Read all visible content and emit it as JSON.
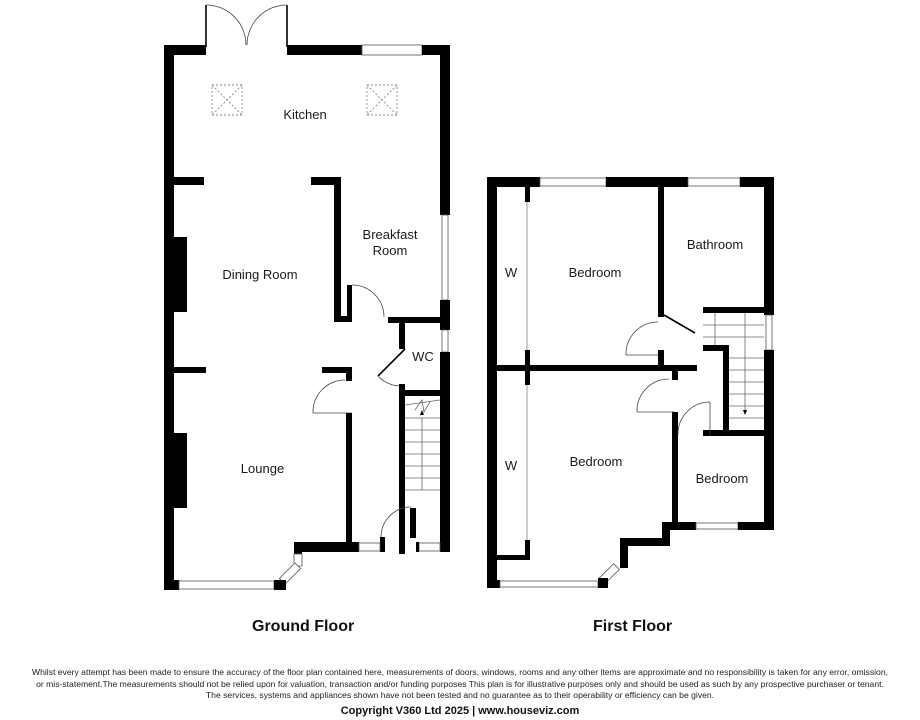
{
  "floors": [
    {
      "name": "Ground Floor",
      "rooms": [
        {
          "label": "Kitchen"
        },
        {
          "label": "Breakfast\nRoom"
        },
        {
          "label": "Dining Room"
        },
        {
          "label": "WC"
        },
        {
          "label": "Lounge"
        }
      ]
    },
    {
      "name": "First Floor",
      "rooms": [
        {
          "label": "W"
        },
        {
          "label": "Bedroom"
        },
        {
          "label": "Bathroom"
        },
        {
          "label": "W"
        },
        {
          "label": "Bedroom"
        },
        {
          "label": "Bedroom"
        }
      ]
    }
  ],
  "footer": {
    "disclaimer_line1": "Whilst every attempt has been made to ensure the accuracy of the floor plan contained here, measurements of doors, windows, rooms and any other items are approximate and no responsibility is taken for any error, omission,",
    "disclaimer_line2": "or mis-statement.The measurements should not be relied upon for valuation, transaction and/or funding purposes This plan is for illustrative purposes only and should be used as such by any prospective purchaser or tenant.",
    "disclaimer_line3": "The services, systems and appliances shown have not been tested and no guarantee as to their operability or efficiency can be given.",
    "copyright": "Copyright V360 Ltd 2025 | www.houseviz.com"
  }
}
